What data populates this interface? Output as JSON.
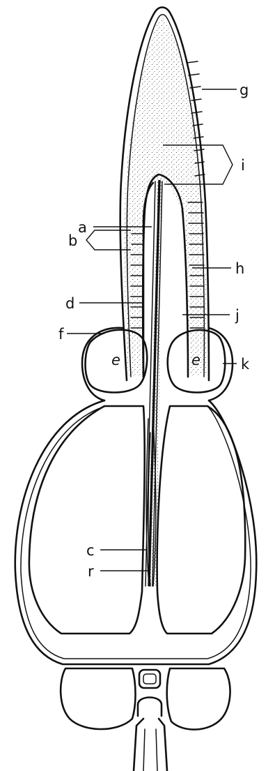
{
  "labels": {
    "a": "a",
    "b": "b",
    "c": "c",
    "d": "d",
    "e_left": "e",
    "e_right": "e",
    "f": "f",
    "g": "g",
    "h": "h",
    "i": "i",
    "j": "j",
    "k": "k",
    "r": "r"
  }
}
